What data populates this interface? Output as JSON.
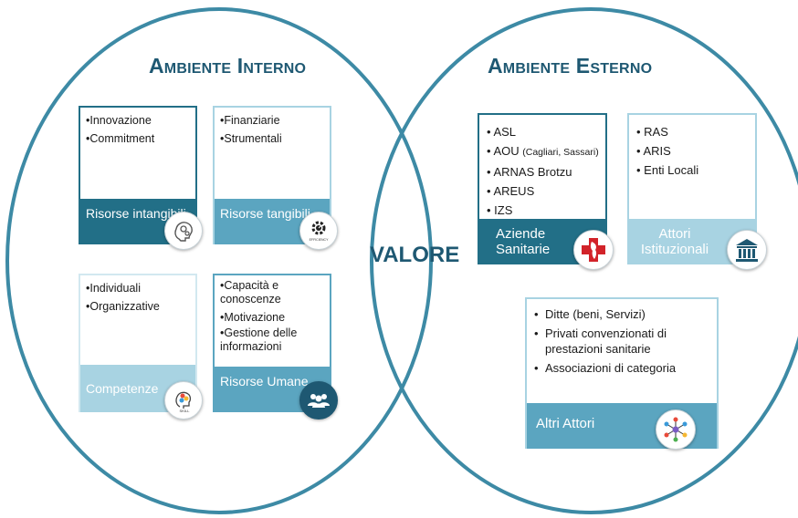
{
  "colors": {
    "circle_stroke": "#3d8aa5",
    "title": "#1e5872",
    "dark_teal": "#226f87",
    "mid_teal": "#5ba5c0",
    "light_blue": "#a8d3e2"
  },
  "internal": {
    "title": "Ambiente Interno",
    "cards": [
      {
        "footer": "Risorse intangibili",
        "items": [
          "•Innovazione",
          "•Commitment"
        ],
        "icon": "brain-gears-icon"
      },
      {
        "footer": "Risorse tangibili",
        "items": [
          "•Finanziarie",
          "•Strumentali"
        ],
        "icon": "gear-efficiency-icon",
        "icon_text": "EFFICIENCY"
      },
      {
        "footer": "Competenze",
        "items": [
          "•Individuali",
          "•Organizzative"
        ],
        "icon": "skill-head-icon",
        "icon_text": "SKILL"
      },
      {
        "footer": "Risorse Umane",
        "items": [
          "•Capacità e conoscenze",
          "•Motivazione",
          "•Gestione delle informazioni"
        ],
        "icon": "people-group-icon"
      }
    ]
  },
  "center": {
    "label": "VALORE"
  },
  "external": {
    "title": "Ambiente Esterno",
    "cards": [
      {
        "footer": "Aziende Sanitarie",
        "items": [
          "ASL",
          "AOU",
          "ARNAS Brotzu",
          "AREUS",
          "IZS"
        ],
        "aou_note": "(Cagliari, Sassari)",
        "icon": "sardinia-health-icon"
      },
      {
        "footer": "Attori Istituzionali",
        "items": [
          "RAS",
          "ARIS",
          "Enti Locali"
        ],
        "icon": "institution-building-icon"
      },
      {
        "footer": "Altri Attori",
        "items": [
          "Ditte (beni, Servizi)",
          "Privati convenzionati di prestazioni sanitarie",
          "Associazioni di categoria"
        ],
        "icon": "network-icon"
      }
    ]
  }
}
